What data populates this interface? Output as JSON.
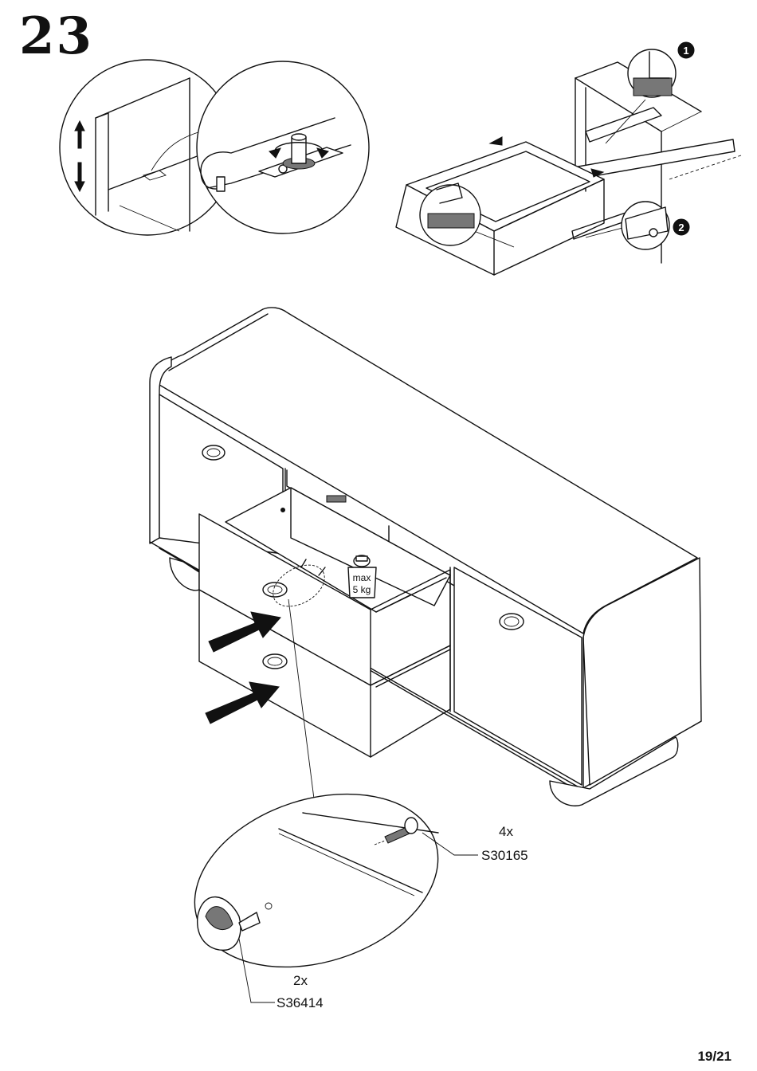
{
  "step": {
    "number": "23"
  },
  "page": {
    "number": "19/21"
  },
  "callouts": {
    "step1": "1",
    "step2": "2"
  },
  "weight_label": {
    "line1": "max",
    "line2": "5 kg"
  },
  "parts": [
    {
      "qty": "4x",
      "code": "S30165"
    },
    {
      "qty": "2x",
      "code": "S36414"
    }
  ]
}
